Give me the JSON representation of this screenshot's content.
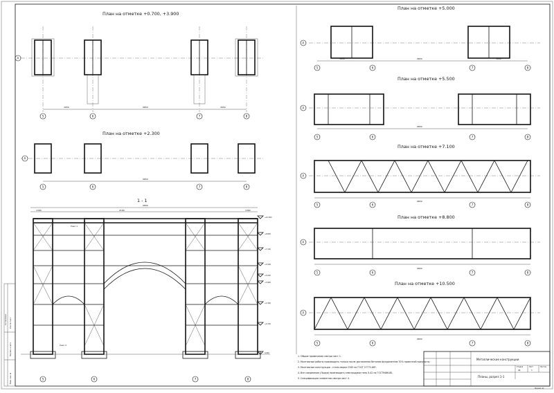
{
  "sheet": {
    "plans": {
      "p1": "План на отметке +0.700, +3.900",
      "p2": "План на отметке +2.300",
      "p3": "План на отметке +5.000",
      "p4": "План на отметке +5.500",
      "p5": "План на отметке +7.100",
      "p6": "План на отметке +8.800",
      "p7": "План на отметке +10.500"
    },
    "section_title": "1 - 1",
    "axes": {
      "a5": "5",
      "a6": "6",
      "a7": "7",
      "a8": "8",
      "rowA": "A"
    },
    "dims": {
      "d3950": "3950",
      "d9850": "9850",
      "d1900": "1900",
      "d9800": "9800",
      "d1360": "1360",
      "d2160": "2160"
    },
    "elevations": [
      "+10.500",
      "+8.800",
      "+7.100",
      "+5.500",
      "+5.000",
      "+3.900",
      "+2.300",
      "+0.700",
      "0.000"
    ],
    "node_labels": {
      "n1": "Узел 1",
      "n2": "Узел 2"
    },
    "notes": [
      "1. Общие примечания смотри лист 1.",
      "2. Монтажные работы производить только после достижения бетоном фундаментов 70% проектной прочности.",
      "3. Монтажные конструкции - сталь марки С345 по ГОСТ 27772-88*.",
      "4. Все соединения (Лодки) производить электродами типа Э-42 по ГОСТ9466-80.",
      "5. Спецификацию элементов смотри лист 4."
    ],
    "stamp": {
      "doc_title": "Металлические конструкции",
      "sheet_title": "Планы, разрез 1-1",
      "stage_label": "Стадия",
      "sheet_label": "Лист",
      "sheets_label": "Листов",
      "stage_value": "РД",
      "sheet_value": "3"
    },
    "format": "Формат А1",
    "left_strip": {
      "inv": "Инв. № подл.",
      "sign": "Подпись и дата",
      "repl": "Взам. инв. №",
      "agreed": "Согласовано"
    }
  }
}
